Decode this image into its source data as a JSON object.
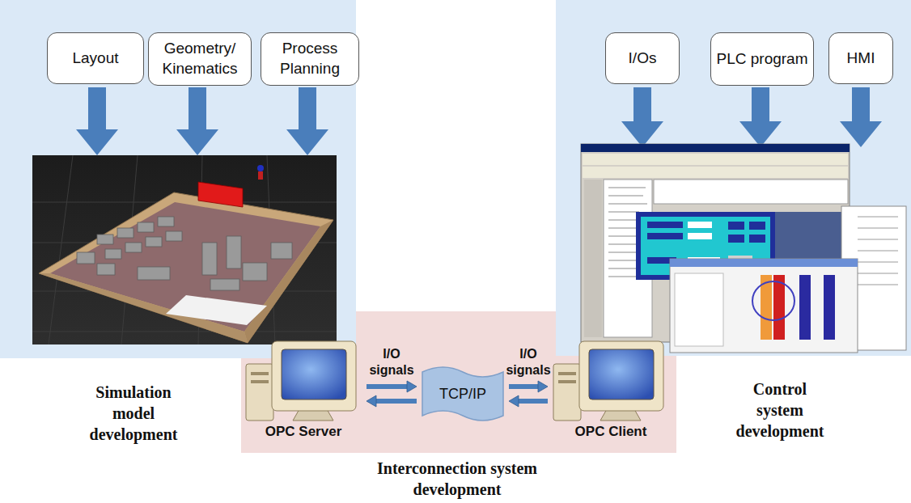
{
  "diagram": {
    "nodes": [
      {
        "text": [
          "Layout"
        ]
      },
      {
        "text": [
          "Geometry/ Kinematics"
        ]
      },
      {
        "text": [
          "Process Planning"
        ]
      },
      {
        "text": [
          "I/Os"
        ]
      },
      {
        "text": [
          "PLC program"
        ]
      },
      {
        "text": [
          "HMI"
        ]
      },
      {
        "text": [
          "OPC Server"
        ]
      },
      {
        "text": [
          "TCP/IP"
        ]
      },
      {
        "text": [
          "OPC Client"
        ]
      }
    ],
    "edges": [
      {
        "from": 6,
        "to": 7,
        "arrow": "both",
        "label": "I/O signals"
      },
      {
        "from": 7,
        "to": 8,
        "arrow": "both",
        "label": "I/O signals"
      }
    ],
    "labels": [
      "Simulation model development",
      "Control system development",
      "Interconnection system development"
    ]
  }
}
